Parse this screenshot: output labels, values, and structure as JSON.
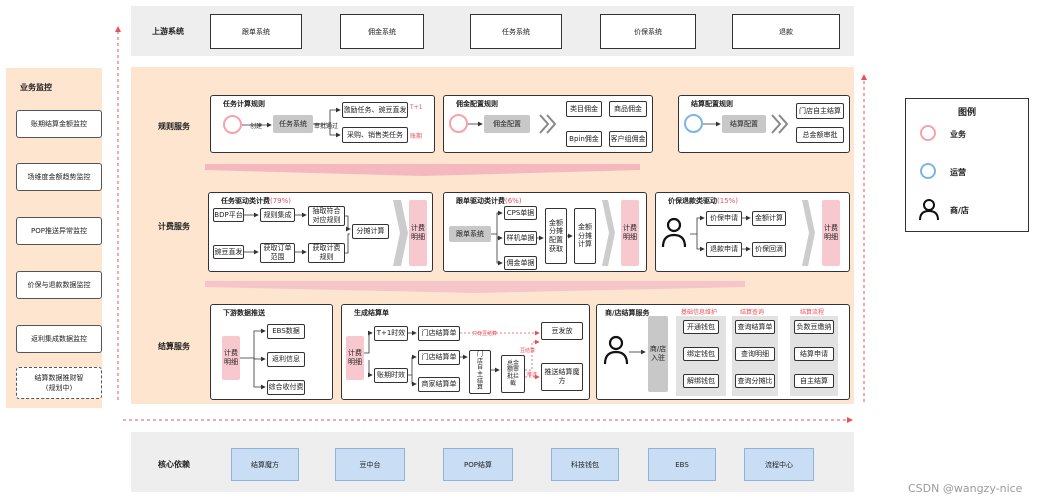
{
  "upstream": {
    "label": "上游系统",
    "systems": [
      "跟单系统",
      "佣金系统",
      "任务系统",
      "价保系统",
      "退款"
    ]
  },
  "business_monitor": {
    "title": "业务监控",
    "items": [
      "账期结算金额监控",
      "场维度金额趋势监控",
      "POP推送异常监控",
      "价保与退款数据监控",
      "返利集成数据监控",
      "结算数据推财智\n(规划中)"
    ]
  },
  "legend": {
    "title": "图例",
    "items": [
      {
        "label": "业务",
        "color": "#f4a3aa",
        "icon": "pink-circle-icon"
      },
      {
        "label": "运营",
        "color": "#7db4e6",
        "icon": "blue-circle-icon"
      },
      {
        "label": "商/店",
        "icon": "person-icon"
      }
    ]
  },
  "rules": {
    "label": "规则服务",
    "task_rule": {
      "title": "任务计算规则",
      "create": "创建",
      "task_system": "任务系统",
      "approve": "审批通过",
      "incentive": "激励任务、豌豆直发",
      "t1": "T+1",
      "procurement": "采购、销售类任务",
      "period": "账期"
    },
    "commission_rule": {
      "title": "佣金配置规则",
      "config": "佣金配置",
      "items": [
        "类目佣金",
        "商品佣金",
        "Bpin佣金",
        "客户组佣金"
      ]
    },
    "settlement_rule": {
      "title": "结算配置规则",
      "config": "结算配置",
      "items": [
        "门店自主结算",
        "总金额审批"
      ]
    }
  },
  "billing": {
    "label": "计费服务",
    "task_driven": {
      "title": "任务驱动类计费",
      "percent": "(79%)",
      "bdp": "BDP平台",
      "rule_integration": "规则集成",
      "extract": "抽取符合\n对应规则",
      "split": "分摊计算",
      "pea": "豌豆直发",
      "get_order_range": "获取订单\n范围",
      "get_billing_rule": "获取计费\n规则",
      "detail": "计费\n明细"
    },
    "order_driven": {
      "title": "跟单驱动类计费",
      "percent": "(6%)",
      "source": "跟单系统",
      "cps": "CPS单据",
      "sample": "样机单据",
      "commission": "佣金单据",
      "config": "金额\n分摊\n配置\n获取",
      "calc": "金额\n分摊\n计算",
      "detail": "计费\n明细"
    },
    "refund_driven": {
      "title": "价保退款类驱动",
      "percent": "(15%)",
      "price_apply": "价保申请",
      "amount_calc": "金额计算",
      "refund_apply": "退款申请",
      "price_back": "价保回滴",
      "detail": "计费\n明细"
    }
  },
  "settlement": {
    "label": "结算服务",
    "downstream": {
      "title": "下游数据推送",
      "source": "计费\n明细",
      "targets": [
        "EBS数据",
        "返利信息",
        "综合收付费"
      ]
    },
    "generate": {
      "title": "生成结算单",
      "source": "计费\n明细",
      "t1": "T+1时效",
      "period": "账期时效",
      "store_order_1": "门店结算单",
      "store_order_2": "门店结算单",
      "merchant_order": "商家结算单",
      "self_settle": "门\n店\n自\n主\n结\n算",
      "total_approve": "总金\n额审\n批拦\n截",
      "only_pea": "只有豆结算",
      "pea_settle": "豆结算",
      "magic": "推送",
      "pea_issue": "豆发放",
      "push_magic": "推送结算魔\n方"
    },
    "merchant": {
      "title": "商/店结算服务",
      "entry": "商/店\n入驻",
      "col_heads": [
        "基础信息维护",
        "结算查询",
        "结算流程"
      ],
      "col1": [
        "开通钱包",
        "绑定钱包",
        "解绑钱包"
      ],
      "col2": [
        "查询结算单",
        "查询明细",
        "查询分摊比"
      ],
      "col3": [
        "负数豆缴纳",
        "结算申请",
        "自主结算"
      ]
    }
  },
  "core": {
    "label": "核心依赖",
    "items": [
      "结算魔方",
      "豆中台",
      "POP结算",
      "科技钱包",
      "EBS",
      "流程中心"
    ]
  },
  "watermark": "CSDN @wangzy-nice"
}
